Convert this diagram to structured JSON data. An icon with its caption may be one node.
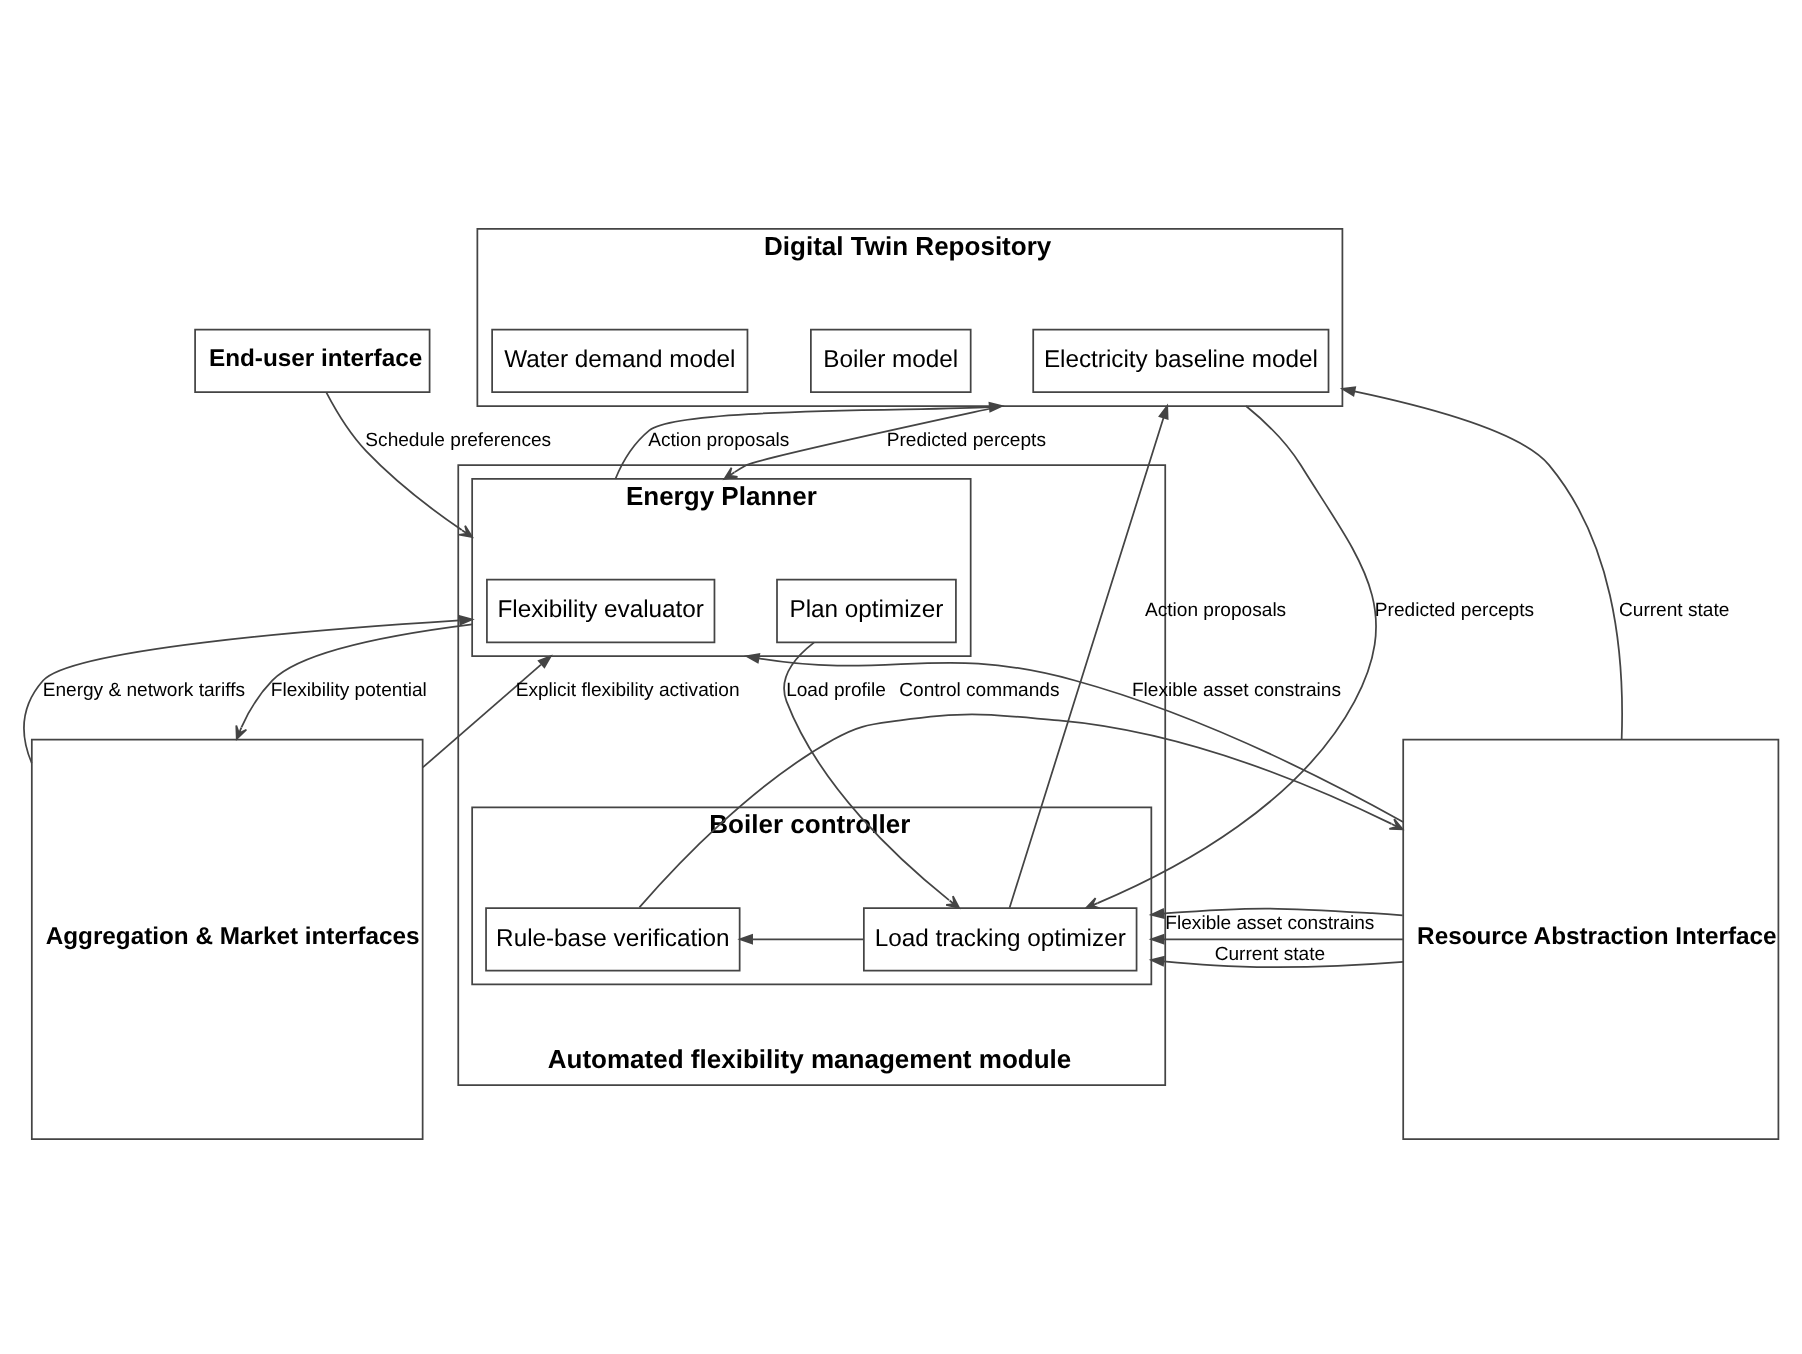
{
  "diagram": {
    "nodes": [
      {
        "text": [
          "End-user interface"
        ]
      },
      {
        "text": [
          "Digital Twin Repository"
        ]
      },
      {
        "text": [
          "Electricity baseline model"
        ],
        "in": 1
      },
      {
        "text": [
          "Boiler model"
        ],
        "in": 1
      },
      {
        "text": [
          "Water demand model"
        ],
        "in": 1
      },
      {
        "text": [
          "Resource Abstraction Interface"
        ]
      },
      {
        "text": [
          "Aggregation & Market interfaces"
        ]
      },
      {
        "text": [
          "Automated flexibility management module"
        ]
      },
      {
        "text": [
          "Energy Planner"
        ],
        "in": 7
      },
      {
        "text": [
          "Flexibility evaluator"
        ],
        "in": 8
      },
      {
        "text": [
          "Plan optimizer"
        ],
        "in": 8
      },
      {
        "text": [
          "Boiler controller"
        ],
        "in": 7
      },
      {
        "text": [
          "Rule-base verification"
        ],
        "in": 11
      },
      {
        "text": [
          "Load tracking optimizer"
        ],
        "in": 11
      }
    ],
    "edges": [
      {
        "from": 0,
        "to": 8,
        "arrow": "to",
        "label": "Schedule preferences"
      },
      {
        "from": 8,
        "to": 1,
        "arrow": "to",
        "label": "Action proposals"
      },
      {
        "from": 1,
        "to": 8,
        "arrow": "to",
        "label": "Predicted percepts"
      },
      {
        "from": 5,
        "to": 1,
        "arrow": "to",
        "label": "Current state"
      },
      {
        "from": 13,
        "to": 1,
        "arrow": "to",
        "label": "Action proposals"
      },
      {
        "from": 1,
        "to": 13,
        "arrow": "to",
        "label": "Predicted percepts"
      },
      {
        "from": 5,
        "to": 8,
        "arrow": "to",
        "label": "Flexible asset constrains"
      },
      {
        "from": 5,
        "to": 11,
        "arrow": "to"
      },
      {
        "from": 8,
        "to": 6,
        "arrow": "to",
        "label": "Flexibility potential"
      },
      {
        "from": 6,
        "to": 8,
        "arrow": "to",
        "label": "Explicit flexibility activation"
      },
      {
        "from": 6,
        "to": 8,
        "arrow": "to",
        "label": "Energy & network tariffs"
      },
      {
        "from": 10,
        "to": 13,
        "arrow": "to",
        "label": "Load profile"
      },
      {
        "from": 5,
        "to": 11,
        "arrow": "to",
        "label": "Flexible asset constrains"
      },
      {
        "from": 5,
        "to": 11,
        "arrow": "to",
        "label": "Current state"
      },
      {
        "from": 13,
        "to": 12,
        "arrow": "to"
      },
      {
        "from": 12,
        "to": 5,
        "arrow": "to",
        "label": "Control commands"
      }
    ]
  }
}
